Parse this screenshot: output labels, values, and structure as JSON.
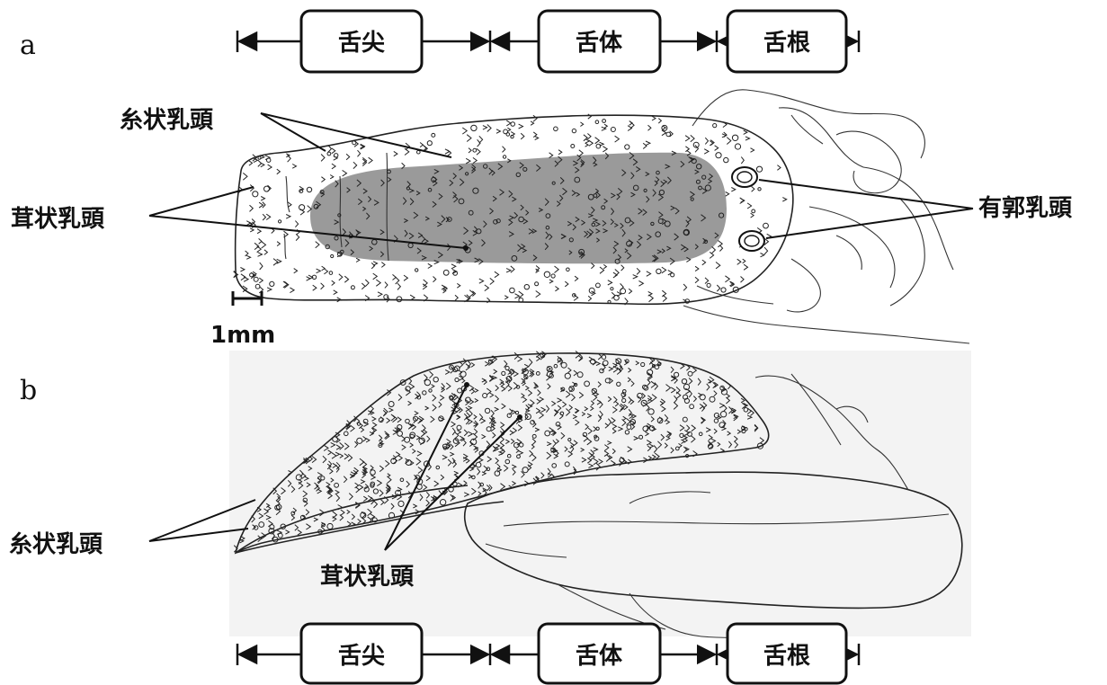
{
  "panel_a": {
    "letter": "a",
    "regions": [
      "舌尖",
      "舌体",
      "舌根"
    ],
    "labels": {
      "filiform": "糸状乳頭",
      "fungiform": "茸状乳頭",
      "circumvallate": "有郭乳頭"
    },
    "scale_bar": "1mm"
  },
  "panel_b": {
    "letter": "b",
    "regions": [
      "舌尖",
      "舌体",
      "舌根"
    ],
    "labels": {
      "filiform": "糸状乳頭",
      "fungiform": "茸状乳頭"
    }
  },
  "colors": {
    "ink": "#111111",
    "shading": "#9a9a9a",
    "region_box_fill": "#ffffff"
  }
}
